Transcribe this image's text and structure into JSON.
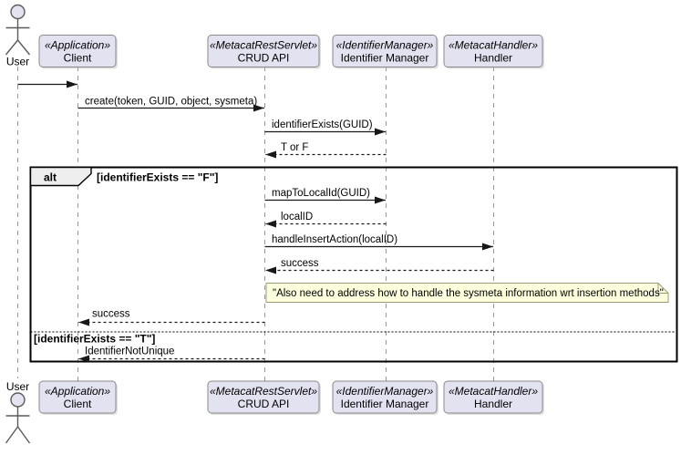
{
  "diagram_type": "uml-sequence",
  "actor": {
    "label": "User"
  },
  "participants": [
    {
      "stereotype": "«Application»",
      "name": "Client"
    },
    {
      "stereotype": "«MetacatRestServlet»",
      "name": "CRUD API"
    },
    {
      "stereotype": "«IdentifierManager»",
      "name": "Identifier Manager"
    },
    {
      "stereotype": "«MetacatHandler»",
      "name": "Handler"
    }
  ],
  "messages": [
    {
      "from": "User",
      "to": "Client",
      "label": "",
      "type": "sync"
    },
    {
      "from": "Client",
      "to": "CRUD API",
      "label": "create(token, GUID, object, sysmeta)",
      "type": "sync"
    },
    {
      "from": "CRUD API",
      "to": "Identifier Manager",
      "label": "identifierExists(GUID)",
      "type": "sync"
    },
    {
      "from": "Identifier Manager",
      "to": "CRUD API",
      "label": "T or F",
      "type": "return"
    },
    {
      "from": "CRUD API",
      "to": "Identifier Manager",
      "label": "mapToLocalId(GUID)",
      "type": "sync"
    },
    {
      "from": "Identifier Manager",
      "to": "CRUD API",
      "label": "localID",
      "type": "return"
    },
    {
      "from": "CRUD API",
      "to": "Handler",
      "label": "handleInsertAction(localID)",
      "type": "sync"
    },
    {
      "from": "Handler",
      "to": "CRUD API",
      "label": "success",
      "type": "return"
    },
    {
      "from": "CRUD API",
      "to": "Client",
      "label": "success",
      "type": "return"
    },
    {
      "from": "CRUD API",
      "to": "Client",
      "label": "IdentifierNotUnique",
      "type": "return"
    }
  ],
  "alt": {
    "operator": "alt",
    "guard_true": "[identifierExists == \"F\"]",
    "guard_false": "[identifierExists == \"T\"]"
  },
  "note": {
    "text": "\"Also need to address how to handle the sysmeta information wrt insertion methods\""
  },
  "colors": {
    "background": "#FFFFFF",
    "participant_fill": "#E2E2F0",
    "participant_border": "#8A8A8A",
    "actor_head_fill": "#E2E2F0",
    "note_fill": "#FEFFDD",
    "note_border": "#9B9B7A",
    "frame_border": "#000000",
    "frame_title_fill": "#EEEEEE",
    "lifeline": "#999999",
    "arrow": "#181818"
  }
}
